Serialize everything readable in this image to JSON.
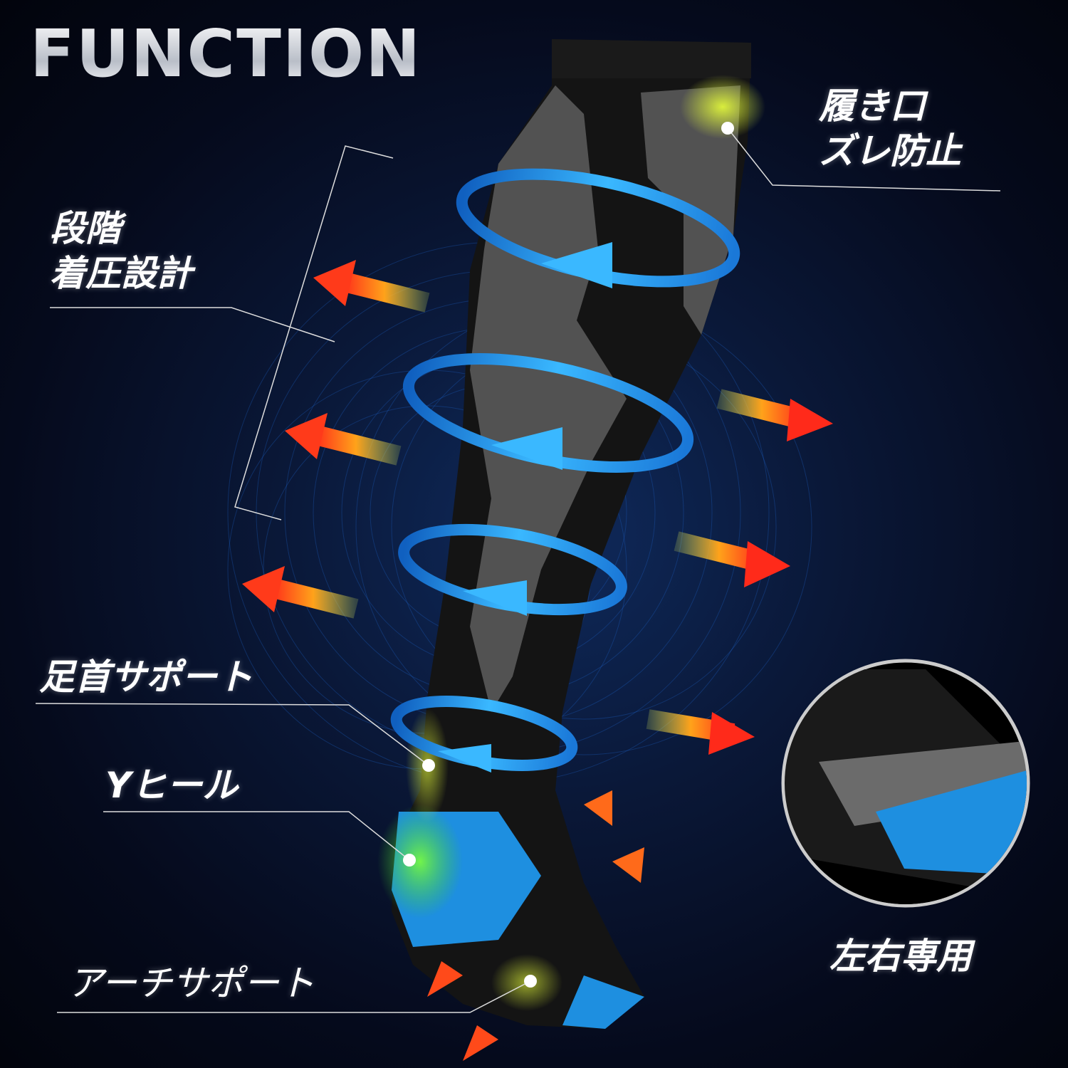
{
  "title": "FUNCTION",
  "labels": {
    "cuff_line1": "履き口",
    "cuff_line2": "ズレ防止",
    "graduated_line1": "段階",
    "graduated_line2": "着圧設計",
    "ankle_support": "足首サポート",
    "y_heel": "Yヒール",
    "arch_support": "アーチサポート",
    "left_right": "左右専用"
  },
  "colors": {
    "background": "#0a1838",
    "ring_blue": "#2aa6f0",
    "accent_blue": "#1e8fe0",
    "arrow_orange": "#ff7a1a",
    "arrow_red": "#ff2a2a",
    "sock_black": "#141414",
    "sock_gray": "#6b6b6b"
  }
}
